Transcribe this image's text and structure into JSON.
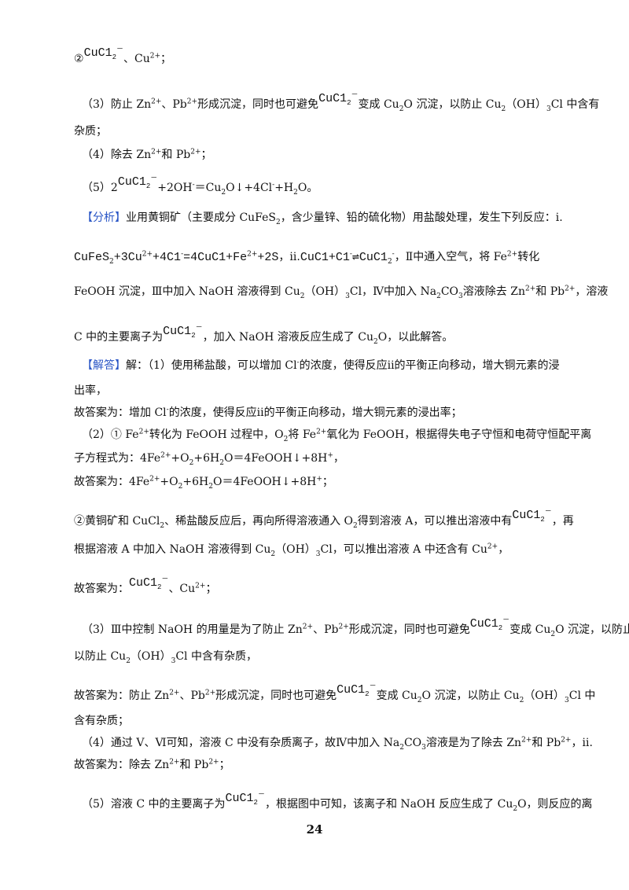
{
  "page_number": "24",
  "L": {
    "l1a": "②",
    "ion": "CuC1",
    "ion_sub": "2",
    "l1b": "、Cu",
    "l1c": "；",
    "l2a": "（3）防止 Zn",
    "l2b": "、Pb",
    "l2c": "形成沉淀，同时也可避免",
    "l2d": "变成 Cu",
    "l2e": "O 沉淀，以防止 Cu",
    "l2f": "（OH）",
    "l2g": "Cl 中含有",
    "l3": "杂质；",
    "l4a": "（4）除去 Zn",
    "l4b": "和 Pb",
    "l4c": "；",
    "l5a": "（5）2",
    "l5b": "+2OH",
    "l5c": "＝Cu",
    "l5d": "O↓+4Cl",
    "l5e": "+H",
    "l5f": "O。",
    "fx_tag": "【分析】",
    "fx1": "业用黄铜矿（主要成分 CuFeS",
    "fx1b": "，含少量锌、铅的硫化物）用盐酸处理，发生下列反应：ⅰ.",
    "eq1a": "CuFeS",
    "eq1b": "+3Cu",
    "eq1c": "+4C1",
    "eq1d": "=4CuC1+Fe",
    "eq1e": "+2S",
    "eq1f": "，ⅱ.",
    "eq1g": "CuC1+C1",
    "eq1h": "⇌CuC1",
    "eq1i": "，Ⅱ中通入空气，将 Fe",
    "eq1j": "转化",
    "fx3a": "FeOOH 沉淀，Ⅲ中加入 NaOH 溶液得到 Cu",
    "fx3b": "（OH）",
    "fx3c": "Cl，Ⅳ中加入 Na",
    "fx3d": "CO",
    "fx3e": "溶液除去 Zn",
    "fx3f": "和 Pb",
    "fx3g": "，溶液",
    "fx4a": "C 中的主要离子为",
    "fx4b": "，加入 NaOH 溶液反应生成了 Cu",
    "fx4c": "O，以此解答。",
    "jd_tag": "【解答】",
    "jd1a": "解：（1）使用稀盐酸，可以增加 Cl",
    "jd1b": "的浓度，使得反应ⅱ的平衡正向移动，增大铜元素的浸",
    "jd2": "出率，",
    "jd3a": "故答案为：增加 Cl",
    "jd3b": "的浓度，使得反应ⅱ的平衡正向移动，增大铜元素的浸出率；",
    "jd4a": "（2）① Fe",
    "jd4b": "转化为 FeOOH 过程中，O",
    "jd4c": "将 Fe",
    "jd4d": "氧化为 FeOOH，根据得失电子守恒和电荷守恒配平离",
    "jd5a": "子方程式为：4Fe",
    "jd5b": "+O",
    "jd5c": "+6H",
    "jd5d": "O＝4FeOOH↓+8H",
    "jd5e": "，",
    "jd6a": "故答案为：4Fe",
    "jd6b": "；",
    "jd7a": "②黄铜矿和 CuCl",
    "jd7b": "、稀盐酸反应后，再向所得溶液通入 O",
    "jd7c": "得到溶液 A，可以推出溶液中有",
    "jd7d": "，再",
    "jd8a": "根据溶液 A 中加入 NaOH 溶液得到 Cu",
    "jd8b": "Cl，可以推出溶液 A 中还含有 Cu",
    "jd8c": "，",
    "jd9a": "故答案为：",
    "jd10a": "（3）Ⅲ中控制 NaOH 的用量是为了防止 Zn",
    "jd11a": "以防止 Cu",
    "jd11b": "Cl 中含有杂质，",
    "jd12a": "故答案为：防止 Zn",
    "jd12b": "Cl 中",
    "jd13": "含有杂质；",
    "jd14a": "（4）通过 Ⅴ、Ⅵ可知，溶液 C 中没有杂质离子，故Ⅳ中加入 Na",
    "jd14b": "溶液是为了除去 Zn",
    "jd15a": "故答案为：除去 Zn",
    "jd16a": "（5）溶液 C 中的主要离子为",
    "jd16b": "，根据图中可知，该离子和 NaOH 反应生成了 Cu",
    "jd16c": "O，则反应的离",
    "s2": "2",
    "s3": "3",
    "p2": "2+",
    "p1": "+",
    "m": "－",
    "minus": "-"
  }
}
